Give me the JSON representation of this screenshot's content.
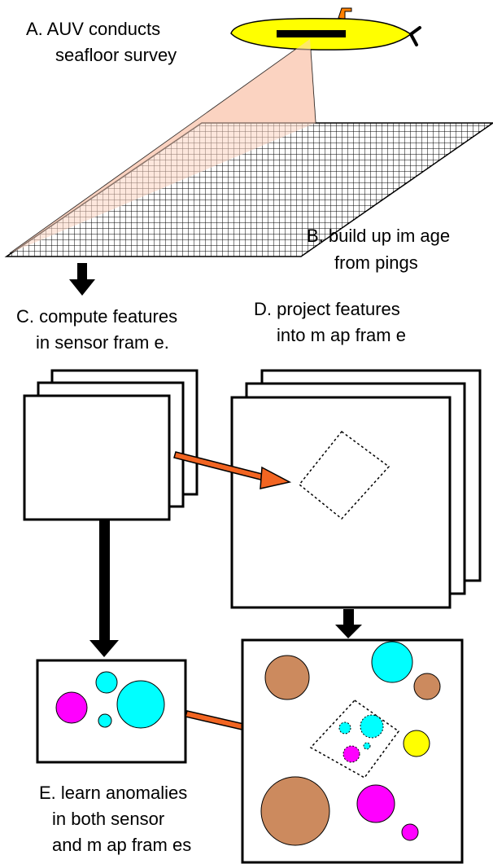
{
  "labels": {
    "a_line1": "A. AUV conducts",
    "a_line2": "seafloor survey",
    "b_line1": "B. build up im age",
    "b_line2": "from pings",
    "c_line1": "C. compute features",
    "c_line2": "in sensor fram e.",
    "d_line1": "D. project features",
    "d_line2": "into m ap fram e",
    "e_line1": "E. learn anomalies",
    "e_line2": "in both sensor",
    "e_line3": "and m ap fram es"
  },
  "colors": {
    "auv_body": "#ffff00",
    "auv_fin": "#ff8000",
    "sonar_beam": "#fbd3c1",
    "arrow_orange": "#f26522",
    "anomaly_cyan": "#00ffff",
    "anomaly_magenta": "#ff00ff",
    "anomaly_brown": "#cc8a5e",
    "anomaly_yellow": "#ffff00"
  }
}
